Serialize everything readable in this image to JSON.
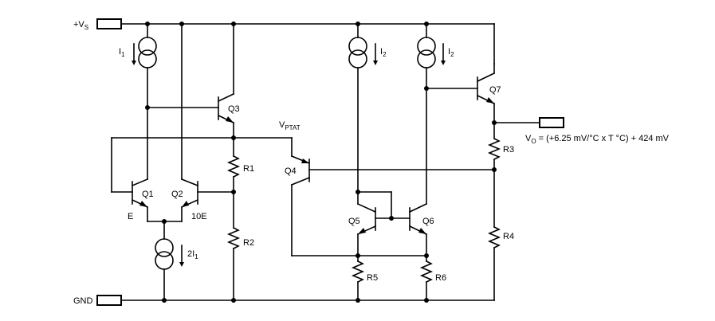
{
  "supply": {
    "label": "+V",
    "sub": "S"
  },
  "ground": {
    "label": "GND"
  },
  "currents": {
    "i1": {
      "label": "I",
      "sub": "1"
    },
    "i2a": {
      "label": "I",
      "sub": "2"
    },
    "i2b": {
      "label": "I",
      "sub": "2"
    },
    "i2x": {
      "label": "2I",
      "sub": "1"
    }
  },
  "transistors": {
    "q1": "Q1",
    "q2": "Q2",
    "q3": "Q3",
    "q4": "Q4",
    "q5": "Q5",
    "q6": "Q6",
    "q7": "Q7"
  },
  "emitter_labels": {
    "e": "E",
    "e10": "10E"
  },
  "resistors": {
    "r1": "R1",
    "r2": "R2",
    "r3": "R3",
    "r4": "R4",
    "r5": "R5",
    "r6": "R6"
  },
  "vptat": {
    "label": "V",
    "sub": "PTAT"
  },
  "output": {
    "v": "V",
    "sub": "O",
    "formula": " = (+6.25 mV/°C x T °C) + 424 mV"
  }
}
